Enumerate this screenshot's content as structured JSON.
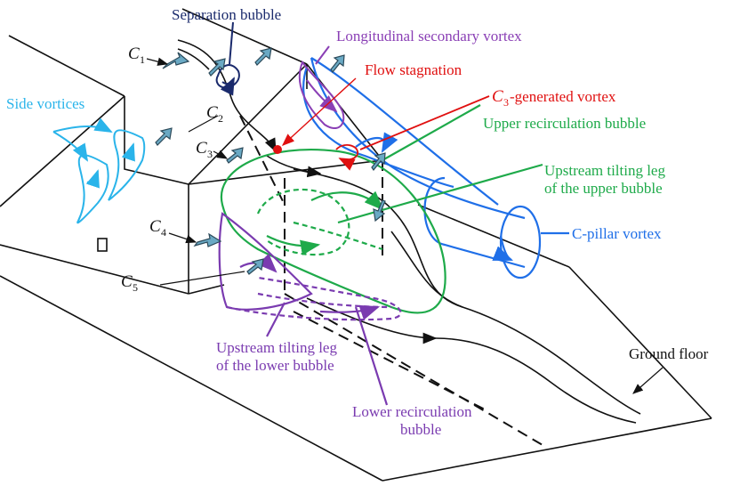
{
  "labels": {
    "separation_bubble": "Separation bubble",
    "longitudinal_vortex": "Longitudinal secondary vortex",
    "flow_stagnation": "Flow stagnation",
    "c3_generated_rest": "-generated vortex",
    "upper_recirculation": "Upper recirculation bubble",
    "upstream_upper_1": "Upstream tilting leg",
    "upstream_upper_2": "of the upper bubble",
    "c_pillar_vortex": "C-pillar vortex",
    "side_vortices": "Side vortices",
    "upstream_lower_1": "Upstream tilting leg",
    "upstream_lower_2": "of the lower bubble",
    "lower_recirculation_1": "Lower recirculation",
    "lower_recirculation_2": "bubble",
    "ground_floor": "Ground floor"
  },
  "c_labels": {
    "c": "C",
    "c1": "1",
    "c2": "2",
    "c3": "3",
    "c4": "4",
    "c5": "5"
  },
  "colors": {
    "structure": "#111111",
    "separation": "#1a2a6c",
    "longitudinal": "#8a3fb5",
    "stagnation": "#e01010",
    "upper_bubble": "#1eaa4a",
    "c_pillar": "#1f6fe8",
    "side_vortices": "#2ab4ea",
    "lower_bubble": "#7a3bb0",
    "arrow_fill": "#6aa9c4"
  }
}
